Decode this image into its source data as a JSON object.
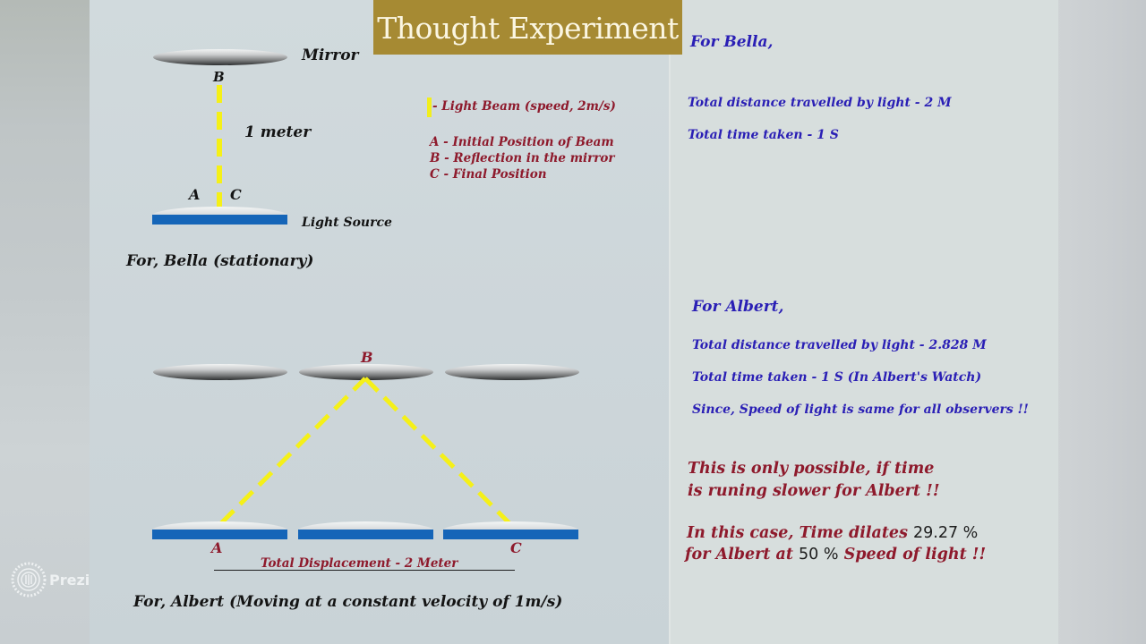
{
  "title": "Thought Experiment",
  "branding": {
    "logo_text": "Prezi"
  },
  "bella_diagram": {
    "mirror_label": "Mirror",
    "point_b": "B",
    "distance_label": "1 meter",
    "point_a": "A",
    "point_c": "C",
    "source_label": "Light Source",
    "caption": "For, Bella (stationary)"
  },
  "legend": {
    "beam": "- Light Beam (speed, 2m/s)",
    "items": [
      "A - Initial Position of Beam",
      "B - Reflection in the mirror",
      "C - Final Position"
    ]
  },
  "albert_diagram": {
    "point_b": "B",
    "point_a": "A",
    "point_c": "C",
    "displacement_label": "Total Displacement - 2 Meter",
    "caption": "For, Albert (Moving at a constant velocity of 1m/s)"
  },
  "bella_panel": {
    "heading": "For Bella,",
    "distance": "Total distance travelled by light - 2 M",
    "time": "Total time taken - 1 S"
  },
  "albert_panel": {
    "heading": "For Albert,",
    "distance": "Total distance travelled by light - 2.828 M",
    "time": "Total time taken - 1 S (In Albert's Watch)",
    "note": "Since, Speed of light is same for all observers !!"
  },
  "conclusion": {
    "line1": "This is only possible, if time",
    "line2": "is runing slower for Albert !!",
    "line3_prefix": "In this case, Time dilates ",
    "dilation_value": "29.27 %",
    "line4_prefix": "for Albert at ",
    "speed_value": "50 %",
    "line4_suffix": " Speed of light !!"
  },
  "colors": {
    "title_bg": "#a68a33",
    "beam": "#f5f018",
    "source": "#1565b8",
    "blue_text": "#2a1fb5",
    "red_text": "#8e1a2c"
  }
}
